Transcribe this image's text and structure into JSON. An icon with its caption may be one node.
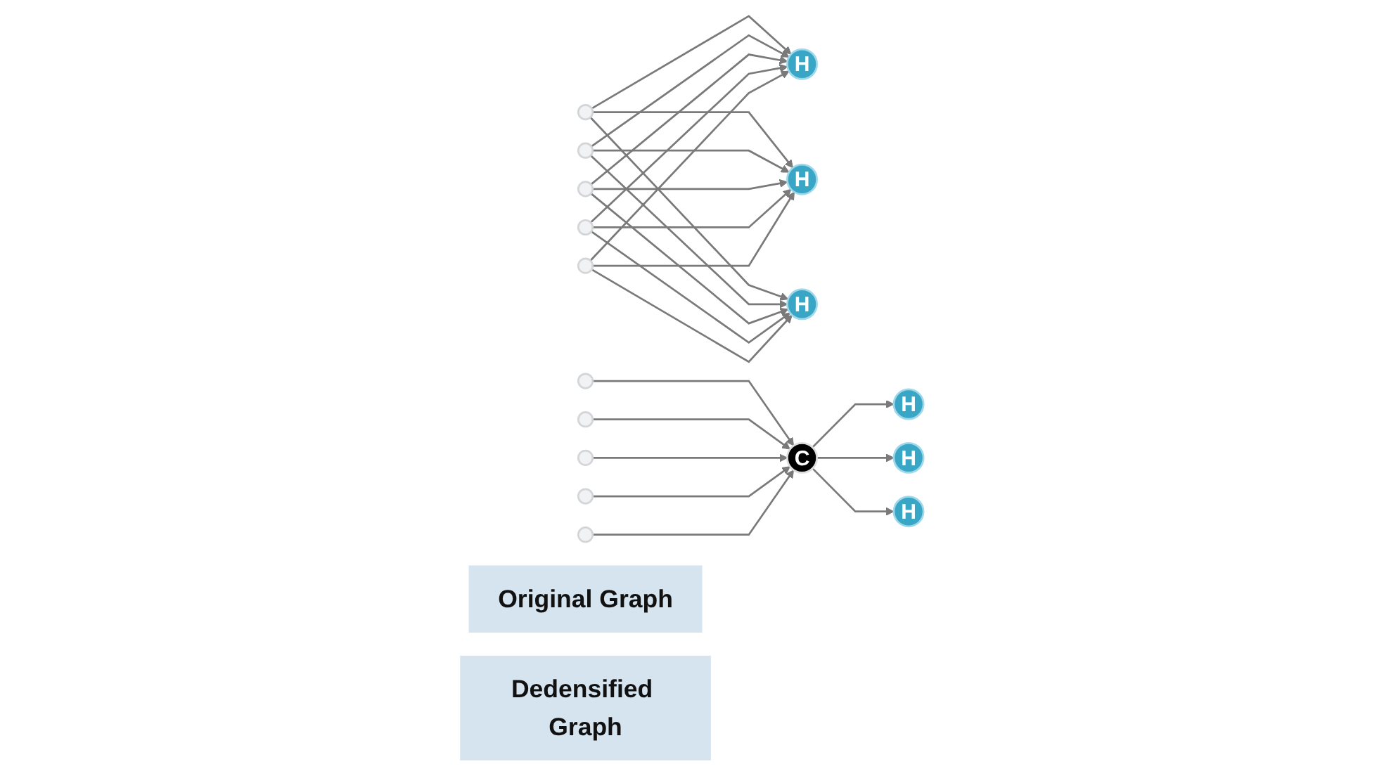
{
  "diagram": {
    "nodes": [
      {
        "text": [],
        "shape": "circle"
      },
      {
        "text": [],
        "shape": "circle"
      },
      {
        "text": [],
        "shape": "circle"
      },
      {
        "text": [
          "H"
        ]
      },
      {
        "text": [
          "H"
        ]
      },
      {
        "text": [
          "H"
        ]
      },
      {
        "text": [],
        "shape": "circle"
      },
      {
        "text": [],
        "shape": "circle"
      },
      {
        "text": [],
        "shape": "circle"
      },
      {
        "text": [],
        "shape": "circle"
      },
      {
        "text": [],
        "shape": "circle"
      },
      {
        "text": [],
        "shape": "circle"
      },
      {
        "text": [],
        "shape": "circle"
      },
      {
        "text": [
          "C"
        ]
      },
      {
        "text": [
          "H"
        ]
      },
      {
        "text": [
          "H"
        ]
      },
      {
        "text": [
          "H"
        ]
      },
      {
        "text": [
          "Original Graph"
        ]
      },
      {
        "text": [
          "Dedensified Graph"
        ]
      }
    ],
    "edges": [
      {
        "from": 0,
        "to": 3,
        "arrow": "to"
      },
      {
        "from": 0,
        "to": 4,
        "arrow": "to"
      },
      {
        "from": 0,
        "to": 5,
        "arrow": "to"
      },
      {
        "from": 1,
        "to": 3,
        "arrow": "to"
      },
      {
        "from": 1,
        "to": 4,
        "arrow": "to"
      },
      {
        "from": 1,
        "to": 5,
        "arrow": "to"
      },
      {
        "from": 2,
        "to": 3,
        "arrow": "to"
      },
      {
        "from": 2,
        "to": 4,
        "arrow": "to"
      },
      {
        "from": 2,
        "to": 5,
        "arrow": "to"
      },
      {
        "from": 6,
        "to": 3,
        "arrow": "to"
      },
      {
        "from": 6,
        "to": 4,
        "arrow": "to"
      },
      {
        "from": 6,
        "to": 5,
        "arrow": "to"
      },
      {
        "from": 7,
        "to": 3,
        "arrow": "to"
      },
      {
        "from": 7,
        "to": 4,
        "arrow": "to"
      },
      {
        "from": 7,
        "to": 5,
        "arrow": "to"
      },
      {
        "from": 8,
        "to": 13,
        "arrow": "to"
      },
      {
        "from": 9,
        "to": 13,
        "arrow": "to"
      },
      {
        "from": 10,
        "to": 13,
        "arrow": "to"
      },
      {
        "from": 11,
        "to": 13,
        "arrow": "to"
      },
      {
        "from": 12,
        "to": 13,
        "arrow": "to"
      },
      {
        "from": 13,
        "to": 14,
        "arrow": "to"
      },
      {
        "from": 13,
        "to": 15,
        "arrow": "to"
      },
      {
        "from": 13,
        "to": 16,
        "arrow": "to"
      }
    ]
  }
}
